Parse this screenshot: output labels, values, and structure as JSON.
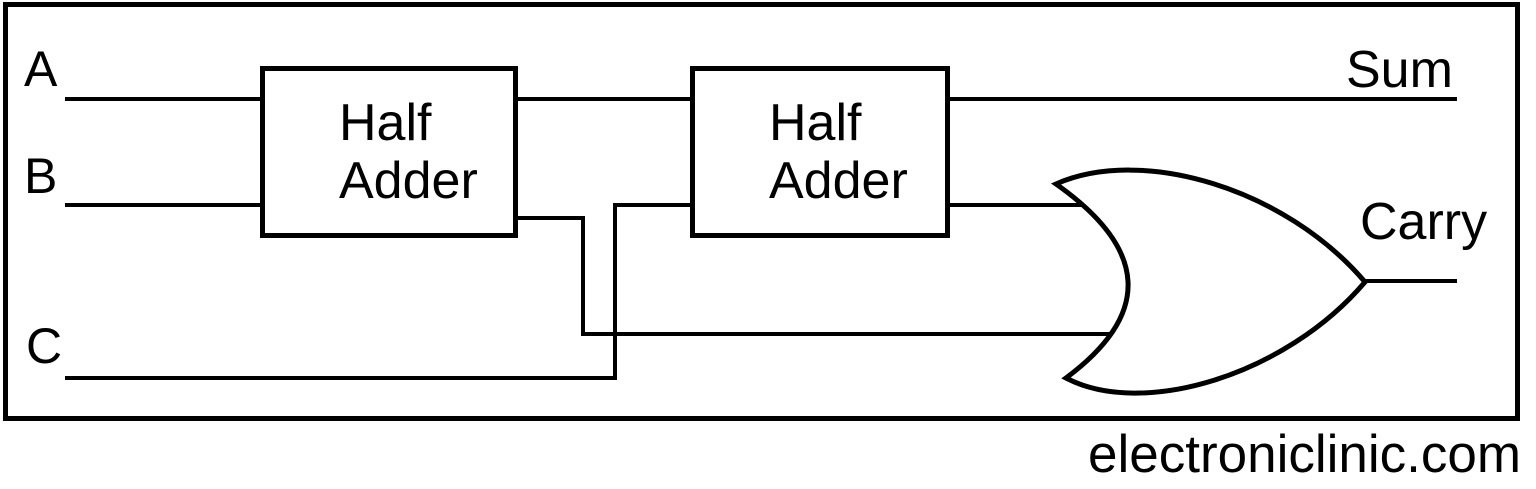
{
  "diagram": {
    "inputs": [
      {
        "label": "A"
      },
      {
        "label": "B"
      },
      {
        "label": "C"
      }
    ],
    "outputs": [
      {
        "label": "Sum"
      },
      {
        "label": "Carry"
      }
    ],
    "half_adders": [
      {
        "line1": "Half",
        "line2": "Adder"
      },
      {
        "line1": "Half",
        "line2": "Adder"
      }
    ],
    "or_gate": {
      "type": "OR"
    },
    "colors": {
      "stroke": "#000000",
      "background": "#ffffff"
    }
  },
  "watermark": {
    "text": "electroniclinic.com"
  }
}
